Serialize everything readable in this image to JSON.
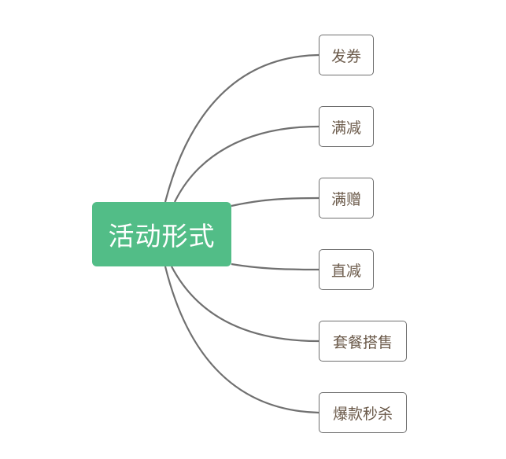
{
  "root": {
    "label": "活动形式",
    "color": "#52bd87"
  },
  "children": [
    {
      "label": "发券"
    },
    {
      "label": "满减"
    },
    {
      "label": "满赠"
    },
    {
      "label": "直减"
    },
    {
      "label": "套餐搭售"
    },
    {
      "label": "爆款秒杀"
    }
  ],
  "colors": {
    "connector": "#707070",
    "child_border": "#6f6f6f",
    "child_text": "#6b5a4a"
  }
}
